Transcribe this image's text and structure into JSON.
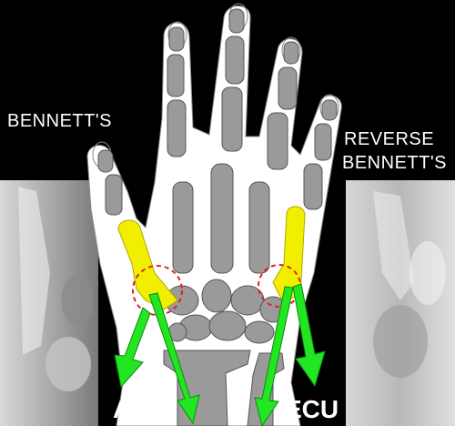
{
  "labels": {
    "left_title": "BENNETT'S",
    "right_title_line1": "REVERSE",
    "right_title_line2": "BENNETT'S",
    "left_muscle": "APL",
    "right_muscle": "ECU"
  },
  "colors": {
    "background": "#000000",
    "hand_fill": "#ffffff",
    "bone_fill": "#9a9a9a",
    "fracture_highlight": "#f2ee00",
    "arrow": "#22e622",
    "circle": "#e02020"
  }
}
